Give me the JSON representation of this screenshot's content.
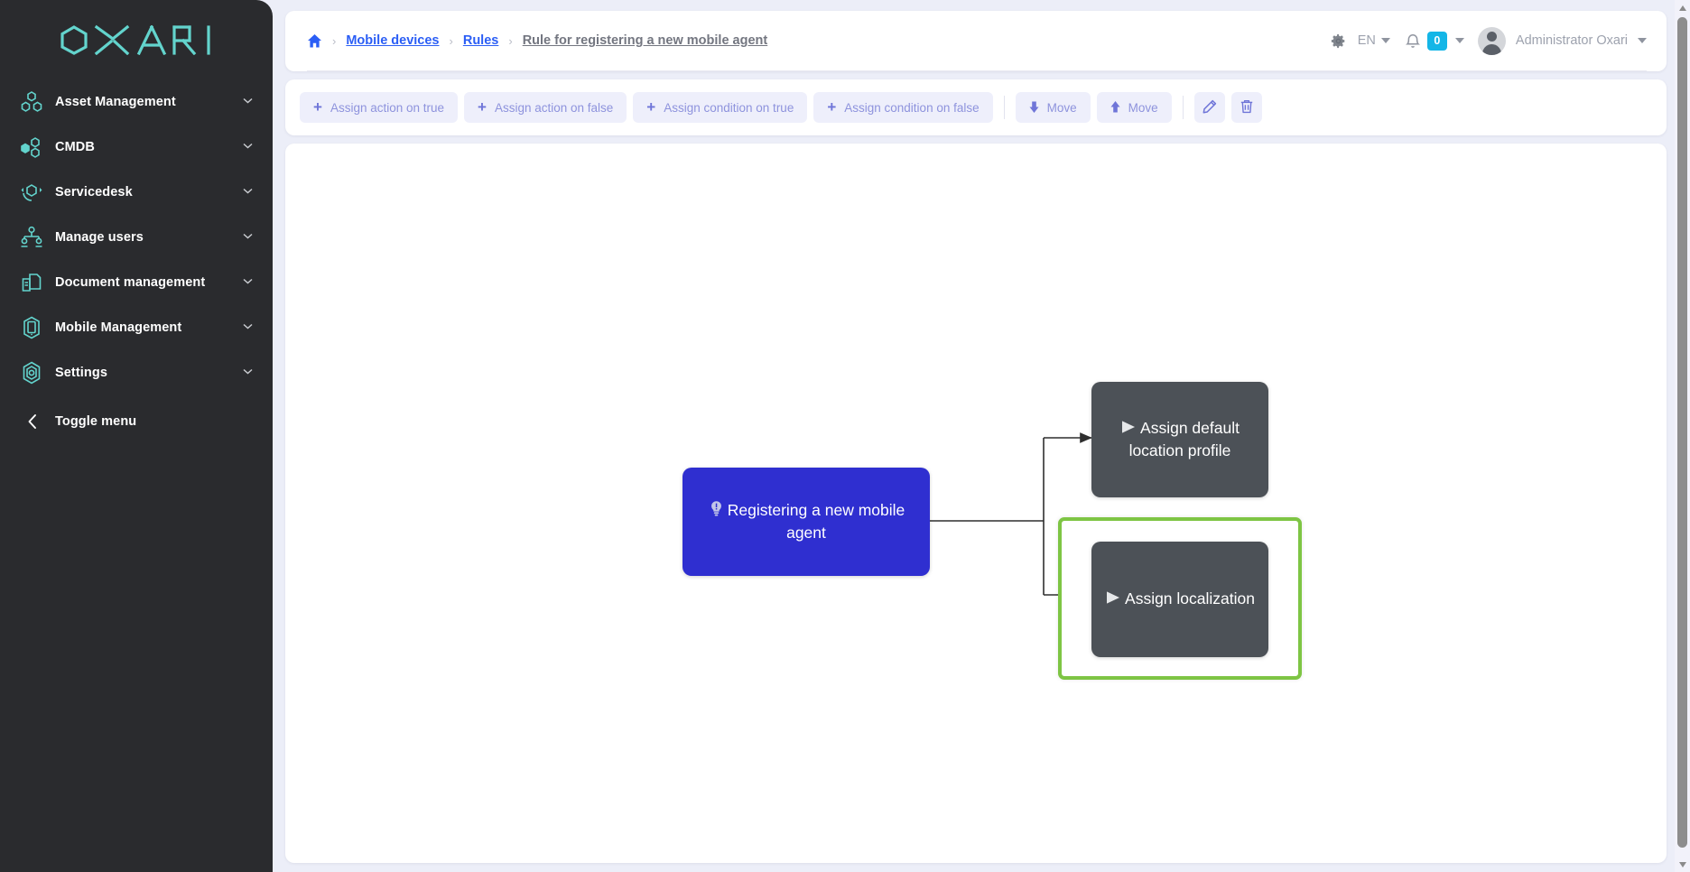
{
  "sidebar": {
    "logo": "OXARI",
    "items": [
      {
        "label": "Asset Management",
        "icon": "assets-hexagons-icon",
        "caret": "⌄"
      },
      {
        "label": "CMDB",
        "icon": "cmdb-hexagons-icon",
        "caret": "⌄"
      },
      {
        "label": "Servicedesk",
        "icon": "servicedesk-headset-icon",
        "caret": "⌄"
      },
      {
        "label": "Manage users",
        "icon": "manage-users-icon",
        "caret": "⌄"
      },
      {
        "label": "Document management",
        "icon": "documents-icon",
        "caret": "⌄"
      },
      {
        "label": "Mobile Management",
        "icon": "mobile-device-icon",
        "caret": "⌄"
      },
      {
        "label": "Settings",
        "icon": "gear-hexagon-icon",
        "caret": "⌄"
      }
    ],
    "toggle": {
      "label": "Toggle menu",
      "icon": "chevron-left-icon"
    }
  },
  "header": {
    "breadcrumb": {
      "home_icon": "home-icon",
      "separator": "›",
      "items": [
        {
          "label": "Mobile devices",
          "type": "link"
        },
        {
          "label": "Rules",
          "type": "link"
        },
        {
          "label": "Rule for registering a new mobile agent",
          "type": "current"
        }
      ]
    },
    "settings_icon": "gear-icon",
    "language": "EN",
    "notifications_icon": "bell-icon",
    "notifications_count": "0",
    "user_name": "Administrator Oxari",
    "avatar_icon": "avatar"
  },
  "toolbar": {
    "buttons": [
      {
        "label": "Assign action on true",
        "icon": "plus-icon"
      },
      {
        "label": "Assign action on false",
        "icon": "plus-icon"
      },
      {
        "label": "Assign condition on true",
        "icon": "plus-icon"
      },
      {
        "label": "Assign condition on false",
        "icon": "plus-icon"
      }
    ],
    "move_down": {
      "label": "Move",
      "icon": "arrow-down-icon"
    },
    "move_up": {
      "label": "Move",
      "icon": "arrow-up-icon"
    },
    "edit_icon": "pencil-icon",
    "delete_icon": "trash-icon"
  },
  "canvas": {
    "nodes": [
      {
        "id": "trigger",
        "label": "Registering a new mobile agent",
        "icon": "lightbulb-icon",
        "type": "trigger",
        "color": "#2f2fd0"
      },
      {
        "id": "action-default-location",
        "label": "Assign default location profile",
        "icon": "play-icon",
        "type": "action",
        "color": "#4c5157"
      },
      {
        "id": "action-localization",
        "label": "Assign localization",
        "icon": "play-icon",
        "type": "action",
        "color": "#4c5157",
        "selected": true
      }
    ],
    "selection_color": "#7ec544",
    "connector_color": "#3a3a3a"
  },
  "colors": {
    "page_background": "#eceef8",
    "sidebar_background": "#2a2b2e",
    "sidebar_icon": "#63d4cd",
    "accent_link": "#2b5ef5",
    "badge": "#14b6e7",
    "toolbar_button": "#eeeffb",
    "toolbar_text": "#8e93dd"
  },
  "scrollbar": {
    "up_icon": "scroll-up-arrow",
    "down_icon": "scroll-down-arrow"
  }
}
